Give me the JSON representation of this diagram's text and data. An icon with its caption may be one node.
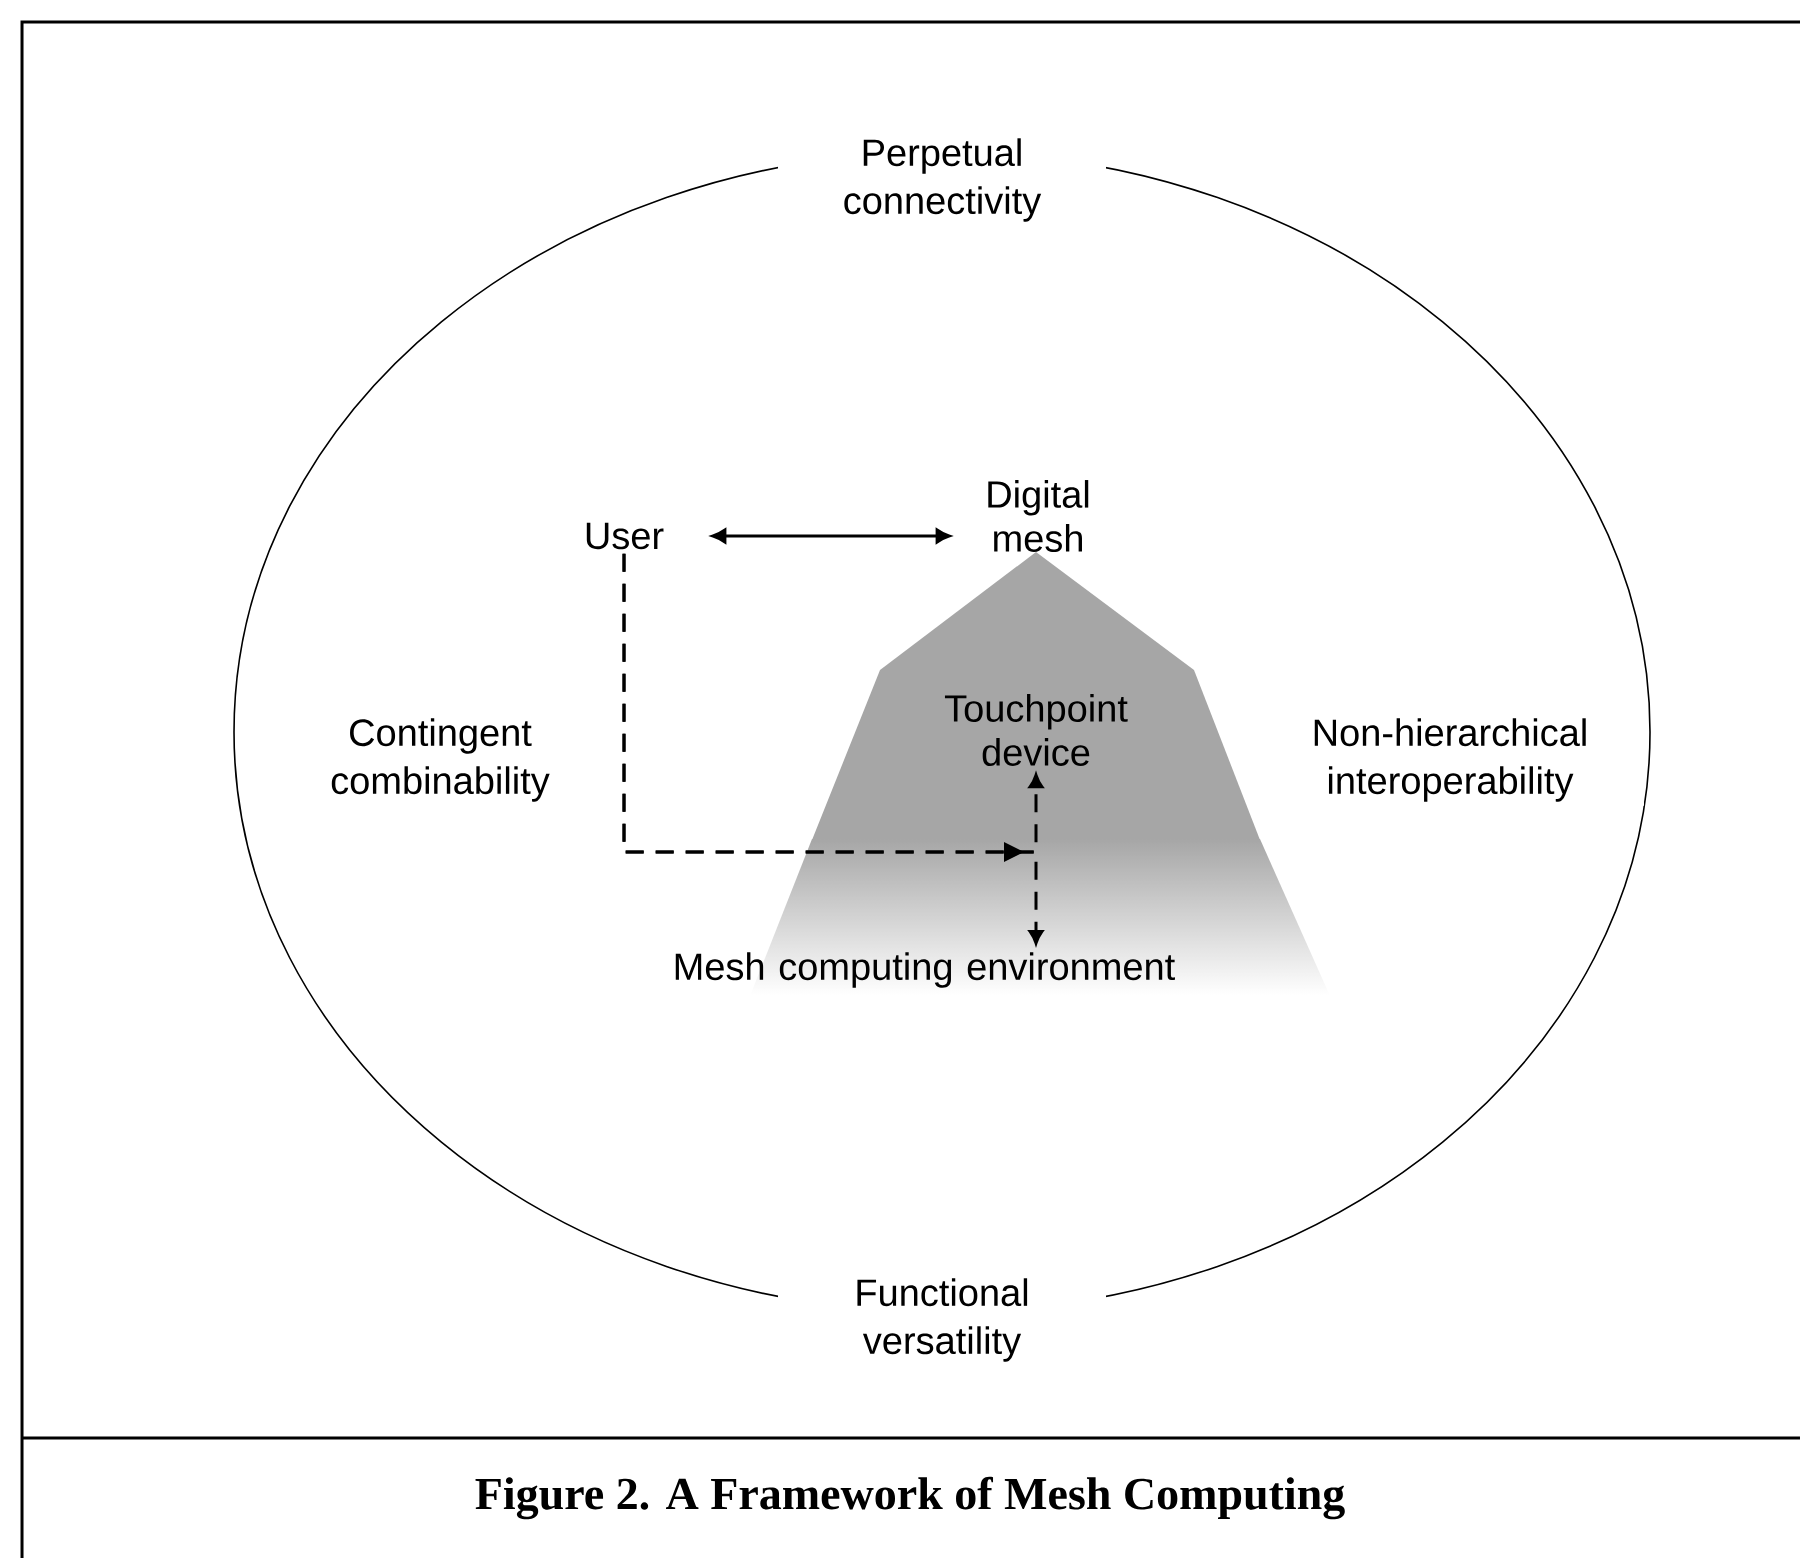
{
  "diagram": {
    "caption": "Figure 2. A Framework of Mesh Computing",
    "nodes": [
      {
        "text": [
          "User"
        ]
      },
      {
        "text": [
          "Digital mesh"
        ]
      },
      {
        "text": [
          "Touchpoint device"
        ]
      },
      {
        "text": [
          "Mesh computing environment"
        ]
      }
    ],
    "edges": [
      {
        "from": 0,
        "to": 1,
        "arrow": "both"
      },
      {
        "from": 0,
        "to": 2,
        "arrow": "to",
        "style": "dashed"
      },
      {
        "from": 0,
        "to": 3,
        "arrow": "to",
        "style": "dashed"
      }
    ],
    "labels": [
      "Perpetual connectivity",
      "Contingent combinability",
      "Non-hierarchical interoperability",
      "Functional versatility"
    ]
  }
}
